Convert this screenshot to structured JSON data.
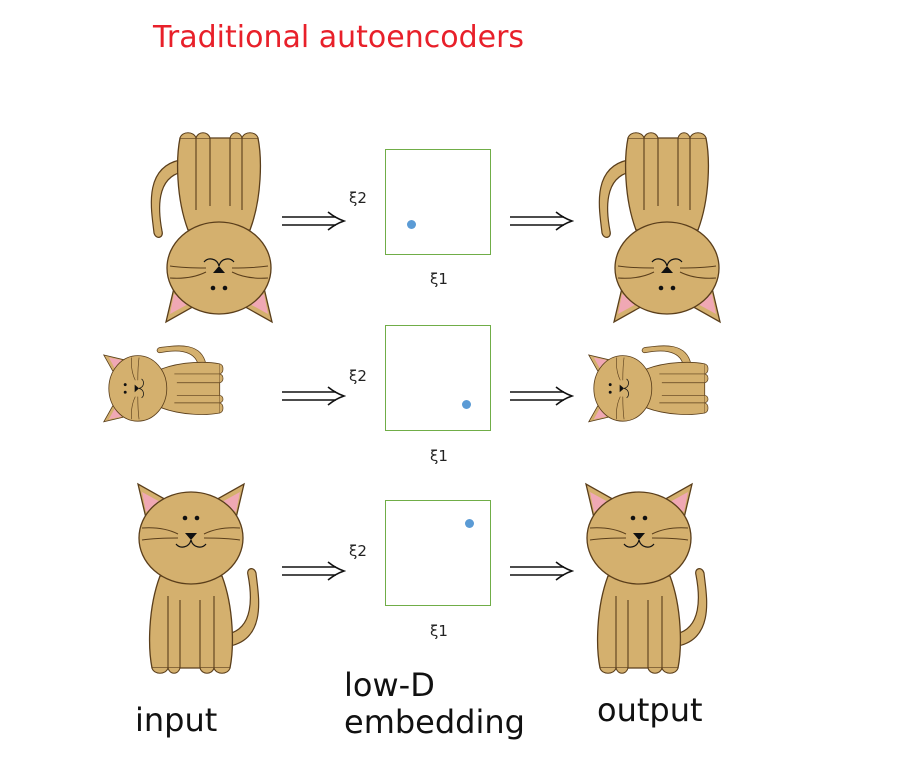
{
  "title": "Traditional autoencoders",
  "labels": {
    "input": "input",
    "embedding_line1": "low-D",
    "embedding_line2": "embedding",
    "output": "output"
  },
  "rows": [
    {
      "orientation": "upside-down",
      "xi1": "ξ1",
      "xi2": "ξ2",
      "embedding_point": [
        0.24,
        0.3
      ]
    },
    {
      "orientation": "rotated-left",
      "xi1": "ξ1",
      "xi2": "ξ2",
      "embedding_point": [
        0.75,
        0.25
      ]
    },
    {
      "orientation": "upright",
      "xi1": "ξ1",
      "xi2": "ξ2",
      "embedding_point": [
        0.77,
        0.8
      ]
    }
  ],
  "colors": {
    "title": "#e8202a",
    "fur": "#d4b06e",
    "outline": "#5a3e1b",
    "ear_inner": "#f0a8b4",
    "box": "#70ad47",
    "point": "#5b9bd5"
  }
}
